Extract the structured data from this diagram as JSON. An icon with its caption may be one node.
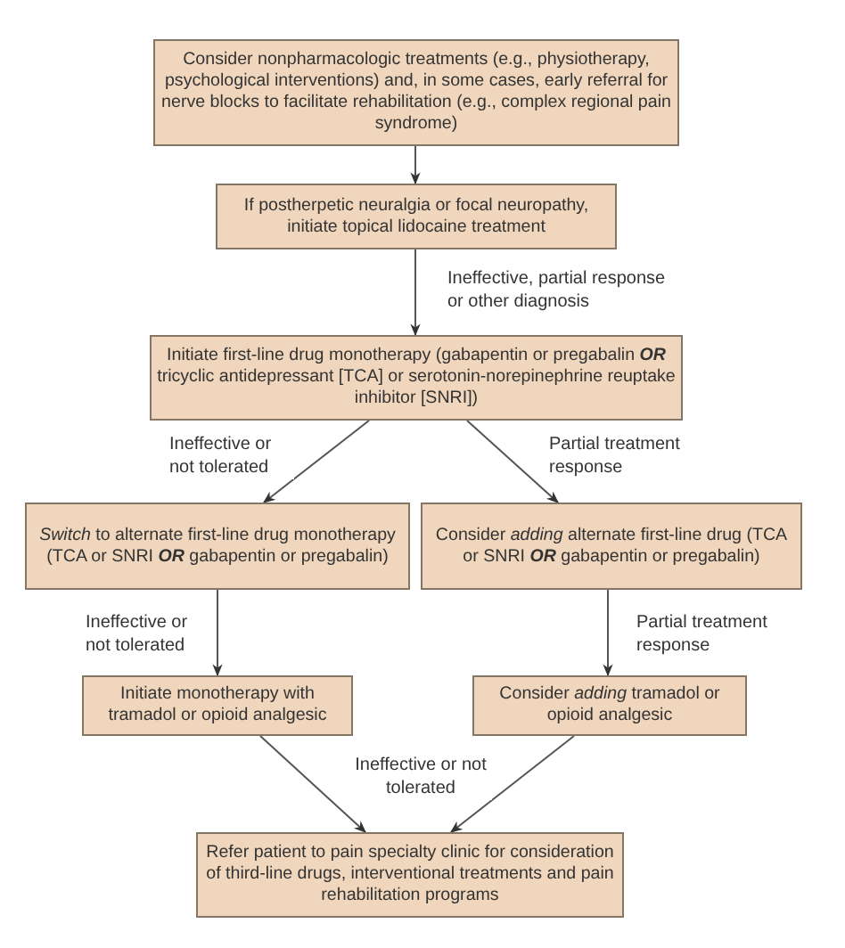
{
  "diagram": {
    "nodes": [
      {
        "text": [
          "Consider nonpharmacologic treatments (e.g., physiotherapy, psychological interventions) and, in some cases, early referral for nerve blocks to facilitate rehabilitation (e.g., complex regional pain syndrome)"
        ]
      },
      {
        "text": [
          "If postherpetic neuralgia or focal neuropathy, initiate topical lidocaine treatment"
        ]
      },
      {
        "text": [
          "Initiate first-line drug monotherapy (gabapentin or pregabalin **OR** tricyclic antidepressant [TCA] or serotonin-norepinephrine reuptake inhibitor [SNRI])"
        ]
      },
      {
        "text": [
          "*Switch* to alternate first-line drug monotherapy (TCA or SNRI **OR** gabapentin or pregabalin)"
        ]
      },
      {
        "text": [
          "Consider *adding* alternate first-line drug (TCA or SNRI **OR** gabapentin or pregabalin)"
        ]
      },
      {
        "text": [
          "Initiate monotherapy with tramadol or opioid analgesic"
        ]
      },
      {
        "text": [
          "Consider *adding* tramadol or opioid analgesic"
        ]
      },
      {
        "text": [
          "Refer patient to pain specialty clinic for consideration of third-line drugs, interventional treatments and pain rehabilitation programs"
        ]
      }
    ],
    "edges": [
      {
        "from": 0,
        "to": 1,
        "arrow": "to"
      },
      {
        "from": 1,
        "to": 2,
        "arrow": "to",
        "label": "Ineffective, partial response or other diagnosis"
      },
      {
        "from": 2,
        "to": 3,
        "arrow": "to",
        "label": "Ineffective or not tolerated"
      },
      {
        "from": 2,
        "to": 4,
        "arrow": "to",
        "label": "Partial treatment response"
      },
      {
        "from": 3,
        "to": 5,
        "arrow": "to",
        "label": "Ineffective or not tolerated"
      },
      {
        "from": 4,
        "to": 6,
        "arrow": "to",
        "label": "Partial treatment response"
      },
      {
        "from": 5,
        "to": 7,
        "arrow": "to"
      },
      {
        "from": 6,
        "to": 7,
        "arrow": "to"
      }
    ],
    "labels": [
      "Ineffective or not tolerated"
    ]
  }
}
